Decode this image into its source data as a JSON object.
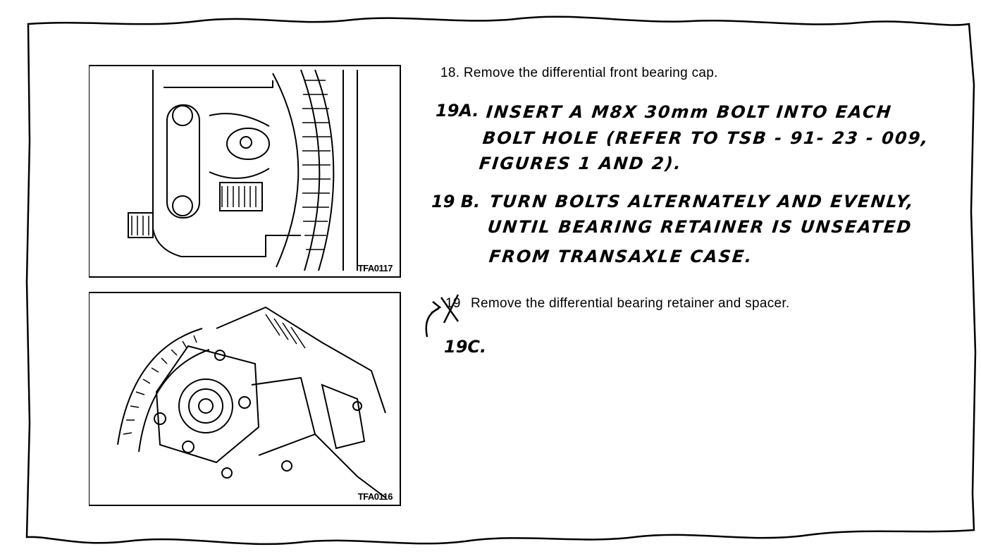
{
  "figures": [
    {
      "label": "TFA0117"
    },
    {
      "label": "TFA0116"
    }
  ],
  "steps": {
    "step18": "18. Remove the differential front bearing cap.",
    "step19a_num": "19A.",
    "step19a_lines": [
      "INSERT  A  M8X  30mm  BOLT  INTO  EACH",
      "BOLT  HOLE  (REFER TO TSB - 91- 23 - 009,",
      "FIGURES  1  AND  2)."
    ],
    "step19b_num": "19 B.",
    "step19b_lines": [
      "TURN  BOLTS  ALTERNATELY  AND  EVENLY,",
      "UNTIL  BEARING  RETAINER  IS  UNSEATED",
      "FROM  TRANSAXLE  CASE."
    ],
    "step19_struck_num": "19",
    "step19_text": "Remove the differential bearing retainer and spacer.",
    "step19c_num": "19C."
  }
}
